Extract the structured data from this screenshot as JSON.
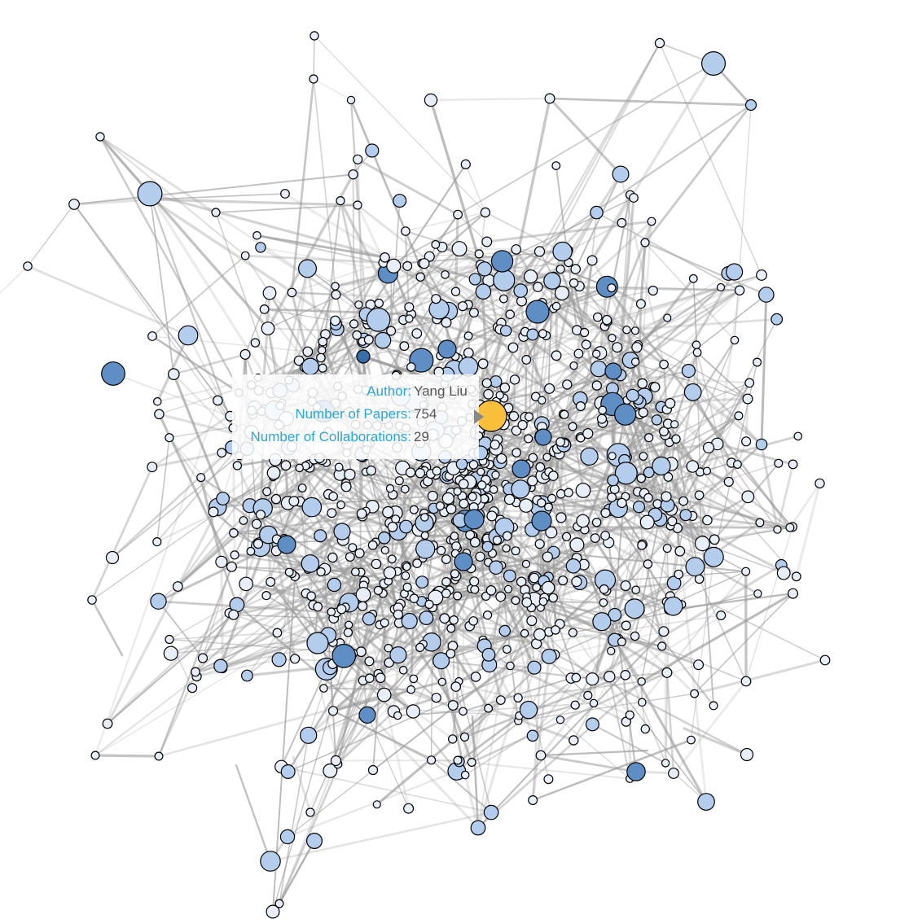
{
  "tooltip": {
    "rows": [
      {
        "key": "Author:",
        "value": "Yang Liu"
      },
      {
        "key": "Number of Papers:",
        "value": "754"
      },
      {
        "key": "Number of Collaborations:",
        "value": "29"
      }
    ]
  },
  "colors": {
    "background": "#ffffff",
    "highlight_node": "#f7bf3a",
    "node_light": "#e8eef8",
    "node_mid": "#b5cdec",
    "node_dark": "#5f8ec5",
    "node_darkest": "#3a6ea8",
    "link": "#9a9a9a",
    "node_stroke": "#000000"
  }
}
